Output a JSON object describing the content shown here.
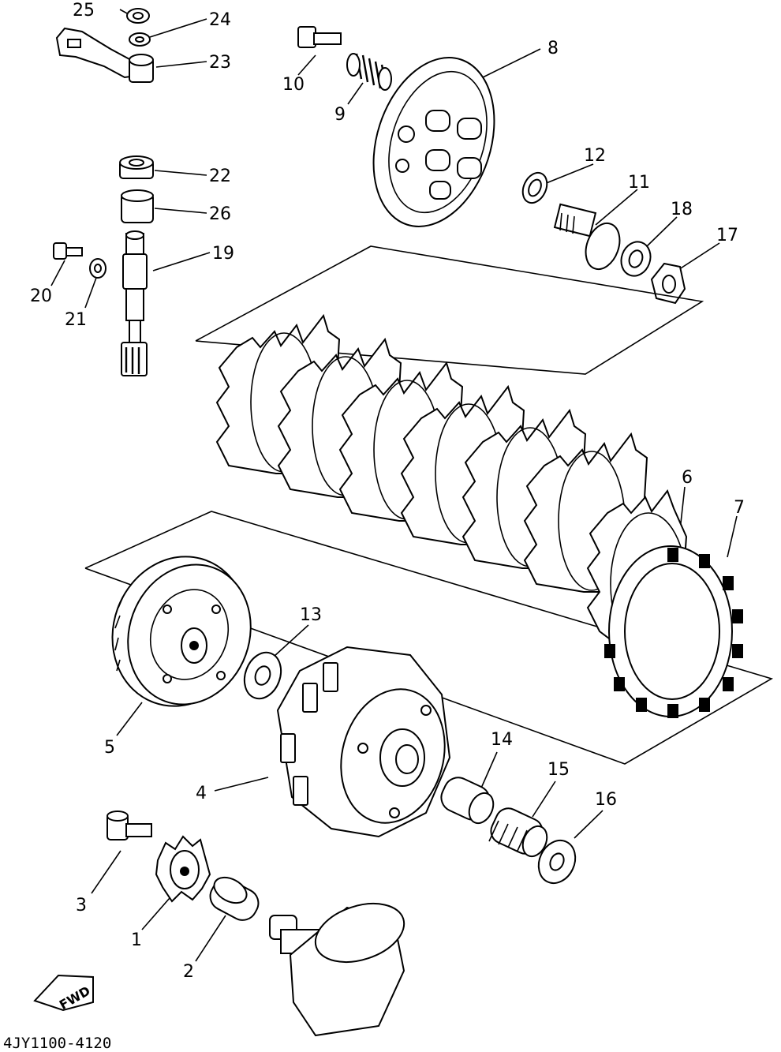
{
  "diagram": {
    "labels": {
      "l1": "1",
      "l2": "2",
      "l3": "3",
      "l4": "4",
      "l5": "5",
      "l6": "6",
      "l7": "7",
      "l8": "8",
      "l9": "9",
      "l10": "10",
      "l11": "11",
      "l12": "12",
      "l13": "13",
      "l14": "14",
      "l15": "15",
      "l16": "16",
      "l17": "17",
      "l18": "18",
      "l19": "19",
      "l20": "20",
      "l21": "21",
      "l22": "22",
      "l23": "23",
      "l24": "24",
      "l25": "25",
      "l26": "26"
    },
    "fwd_label": "FWD",
    "reference_code": "4JY1100-4120"
  }
}
